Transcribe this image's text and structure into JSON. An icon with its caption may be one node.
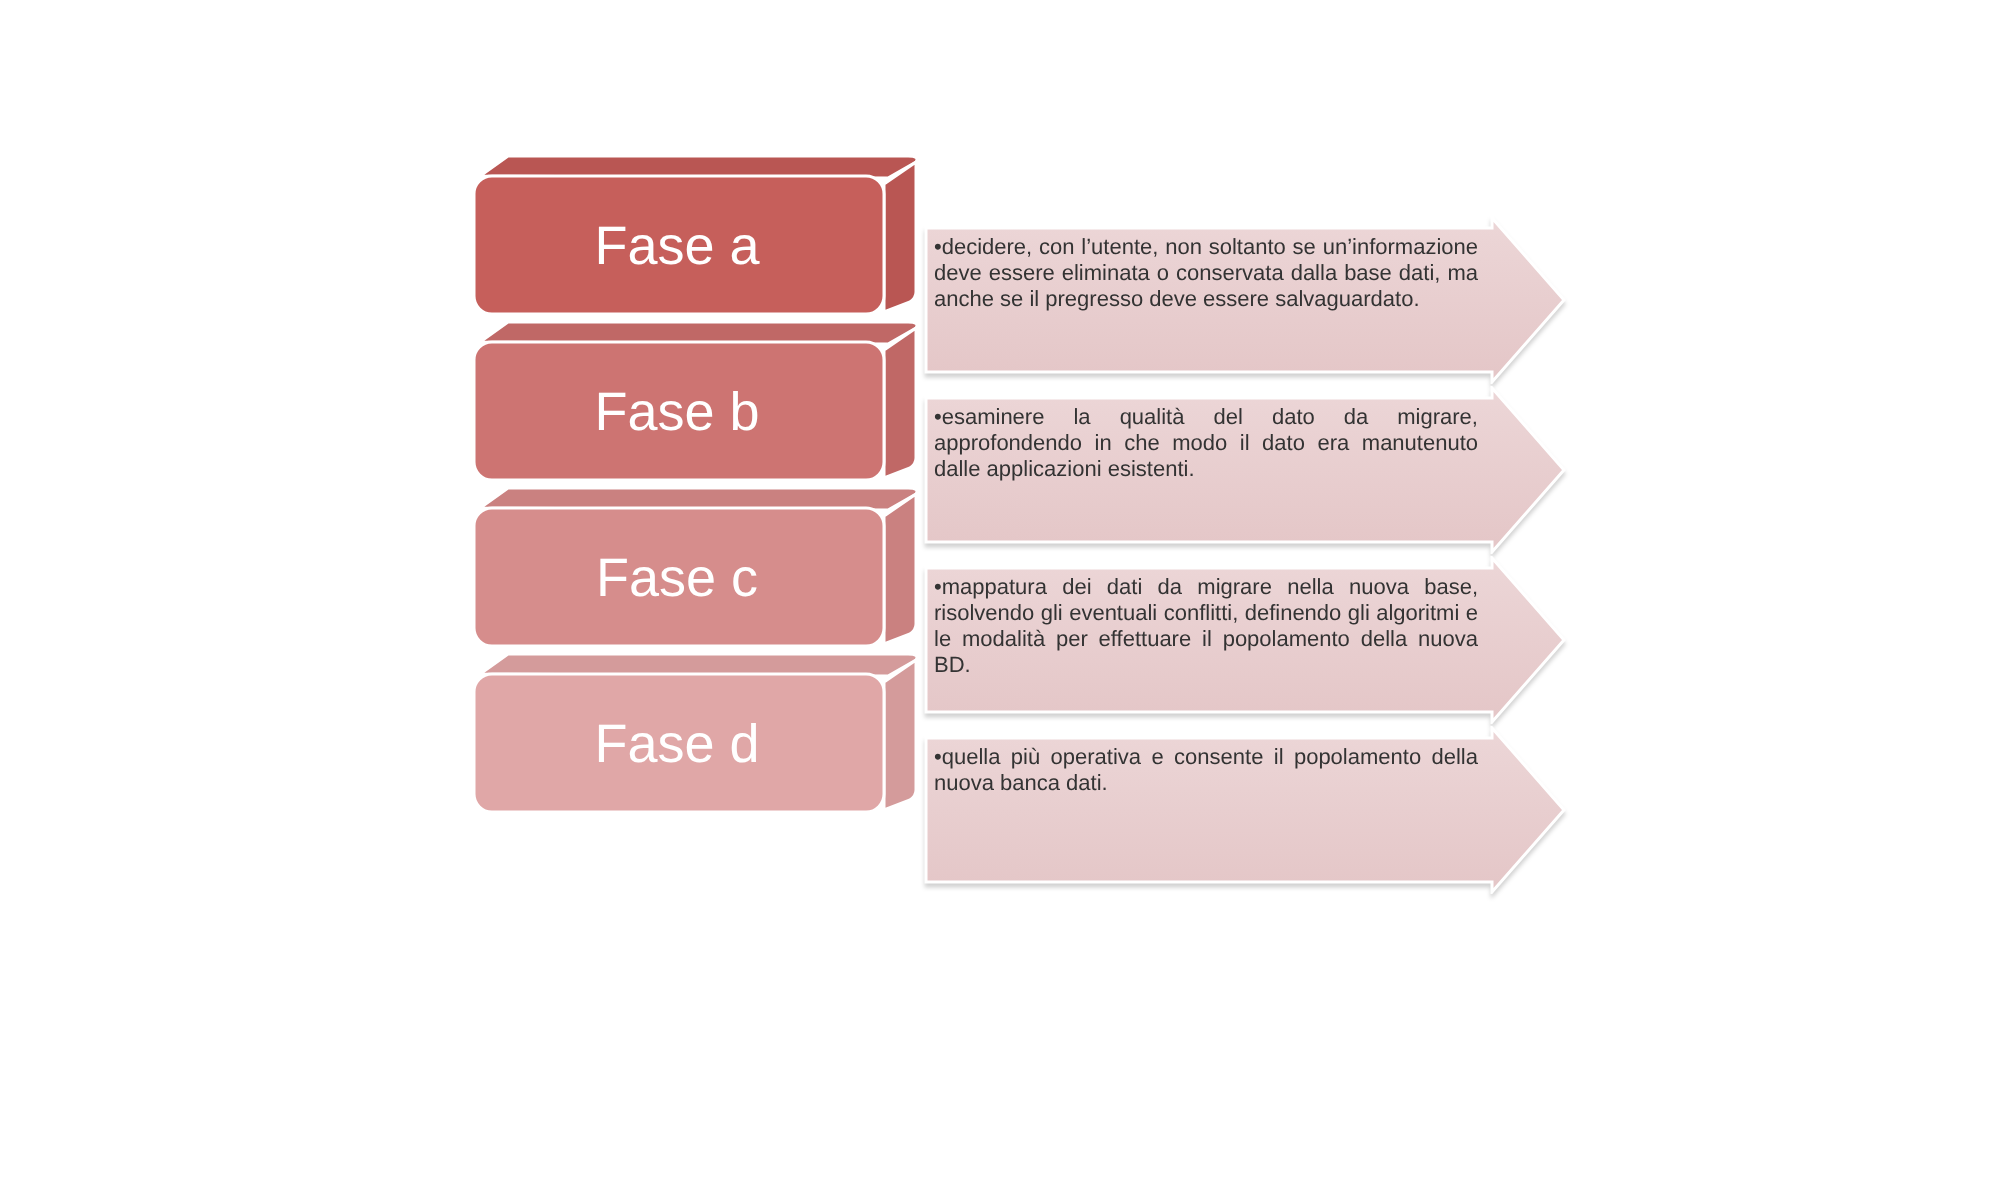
{
  "diagram": {
    "nodes": [
      {
        "text": [
          "Fase a"
        ]
      },
      {
        "text": [
          "•decidere, con l’utente, non soltanto se un’informazione deve essere eliminata o conservata dalla base dati, ma anche se il pregresso deve essere salvaguardato."
        ]
      },
      {
        "text": [
          "Fase b"
        ]
      },
      {
        "text": [
          "•esaminere la qualità del dato da migrare, approfondendo in che modo il dato era manutenuto dalle applicazioni esistenti."
        ]
      },
      {
        "text": [
          "Fase c"
        ]
      },
      {
        "text": [
          "•mappatura dei dati da migrare nella nuova base, risolvendo gli eventuali conflitti, definendo gli algoritmi e le modalità per effettuare il popolamento della nuova BD."
        ]
      },
      {
        "text": [
          "Fase d"
        ]
      },
      {
        "text": [
          "•quella più operativa e consente il popolamento della nuova banca dati."
        ]
      }
    ]
  }
}
